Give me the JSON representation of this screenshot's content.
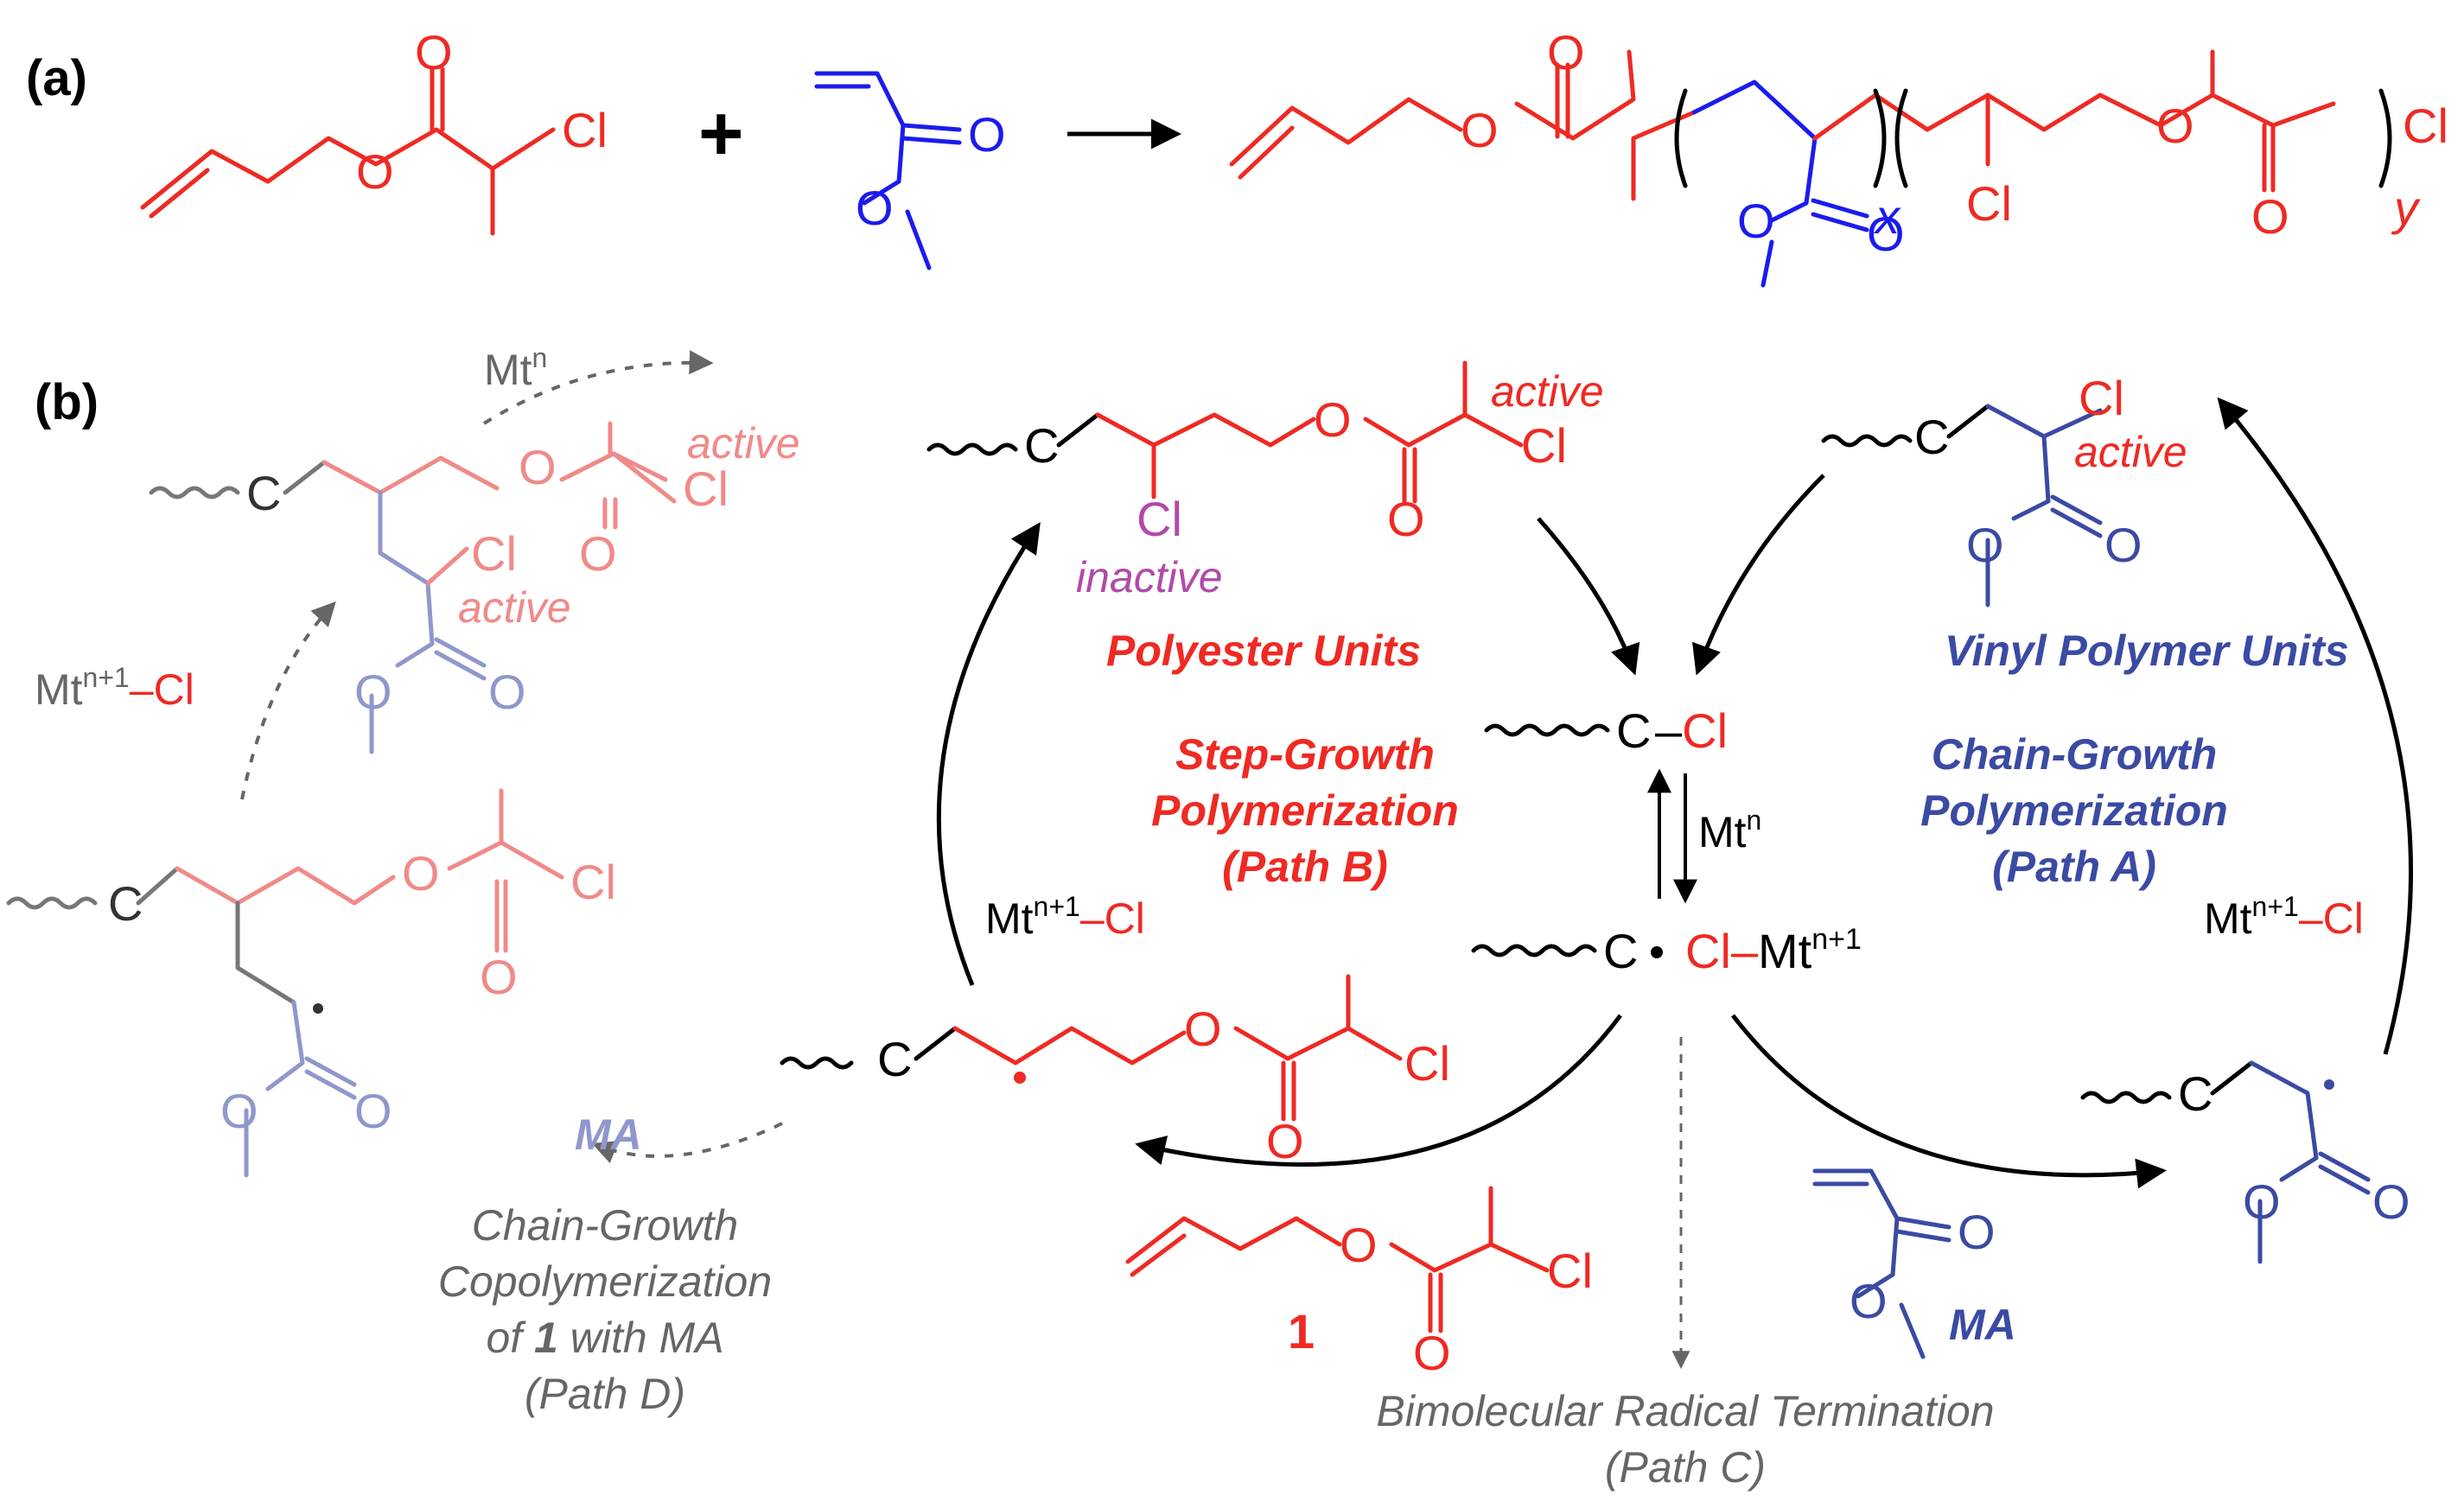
{
  "panels": {
    "a": "(a)",
    "b": "(b)"
  },
  "atoms": {
    "cl": "Cl",
    "o": "O",
    "c": "C",
    "x": "x",
    "y": "y",
    "plus": "+"
  },
  "metal": {
    "mt": "Mt",
    "n": "n",
    "n1": "n+1",
    "dash_cl": "–Cl",
    "cl_dash": "Cl–"
  },
  "labels": {
    "active": "active",
    "inactive": "inactive",
    "polyester_units": "Polyester Units",
    "vinyl_units": "Vinyl Polymer Units",
    "step_growth_1": "Step-Growth",
    "step_growth_2": "Polymerization",
    "step_growth_3": "(Path B)",
    "chain_growth_1": "Chain-Growth",
    "chain_growth_2": "Polymerization",
    "chain_growth_3": "(Path A)",
    "copoly_1": "Chain-Growth",
    "copoly_2": "Copolymerization",
    "copoly_3a": "of ",
    "copoly_3b": "1",
    "copoly_3c": " with MA",
    "copoly_4": "(Path D)",
    "termination_1": "Bimolecular Radical Termination",
    "termination_2": "(Path C)",
    "ma": "MA",
    "monomer_1": "1"
  },
  "colors": {
    "red": "#ee2a23",
    "blue": "#1b1bee",
    "slate_blue": "#3b4aa3",
    "pink": "#f08a88",
    "lavender": "#8f97cc",
    "magenta": "#b14aa8",
    "gray": "#666666",
    "black": "#000000"
  }
}
